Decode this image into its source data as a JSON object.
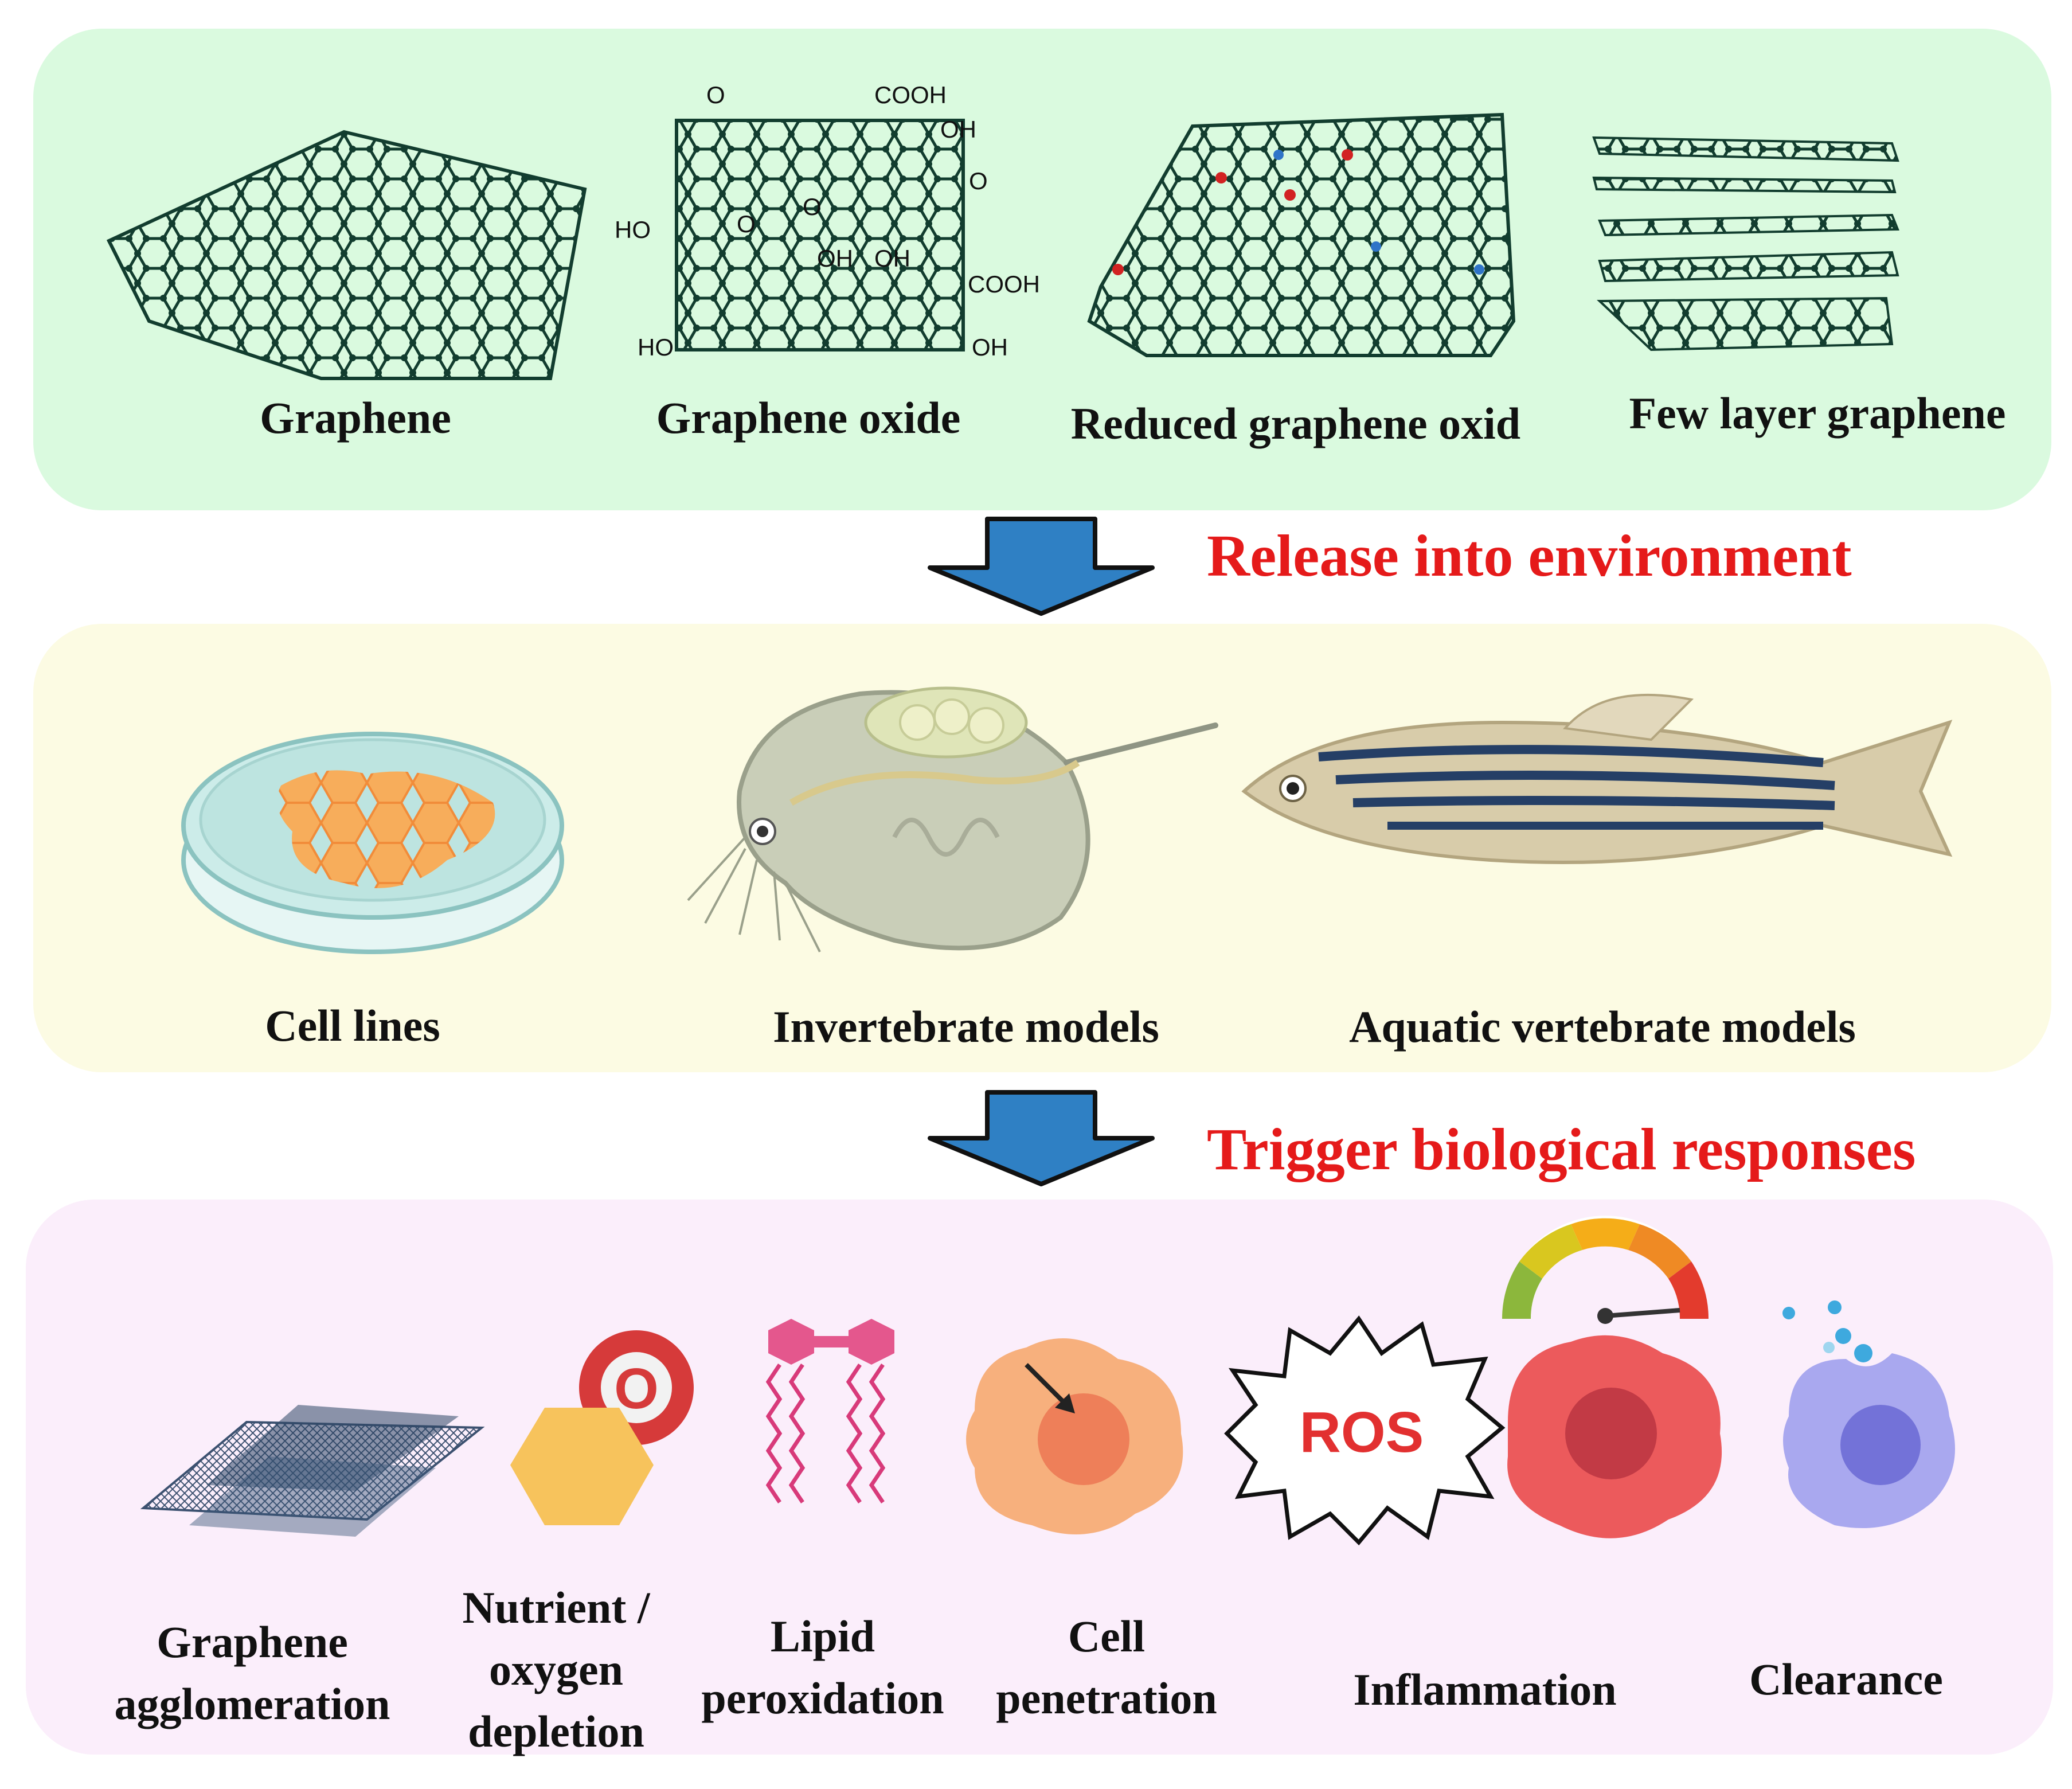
{
  "colors": {
    "panel_top": "#dafadf",
    "panel_middle": "#fcfbe3",
    "panel_bottom": "#fbeefb",
    "arrow": "#2f80c4",
    "caption_red": "#e51a1a"
  },
  "materials": [
    {
      "label": "Graphene",
      "icon": "graphene-sheet-icon"
    },
    {
      "label": "Graphene oxide",
      "icon": "graphene-oxide-structure-icon"
    },
    {
      "label": "Reduced graphene oxid",
      "icon": "reduced-graphene-oxide-icon"
    },
    {
      "label": "Few layer graphene",
      "icon": "few-layer-graphene-icon"
    }
  ],
  "go_groups": [
    "O",
    "COOH",
    "OH",
    "O",
    "HO",
    "O",
    "O",
    "OH",
    "OH",
    "COOH",
    "HO",
    "OH"
  ],
  "step1_caption": "Release into environment",
  "models": [
    {
      "label": "Cell lines",
      "icon": "petri-dish-icon"
    },
    {
      "label": "Invertebrate models",
      "icon": "daphnia-icon"
    },
    {
      "label": "Aquatic vertebrate models",
      "icon": "zebrafish-icon"
    }
  ],
  "step2_caption": "Trigger biological responses",
  "responses": [
    {
      "label": "Graphene\nagglomeration",
      "icon": "graphene-agglomeration-icon"
    },
    {
      "label": "Nutrient /\noxygen\ndepletion",
      "icon": "oxygen-depletion-icon"
    },
    {
      "label": "Lipid\nperoxidation",
      "icon": "lipid-icon"
    },
    {
      "label": "Cell\npenetration",
      "icon": "cell-penetration-icon"
    },
    {
      "label": "Inflammation",
      "icon": "inflammation-icon"
    },
    {
      "label": "Clearance",
      "icon": "macrophage-icon"
    }
  ],
  "ros_label": "ROS",
  "oxygen_symbol": "O"
}
